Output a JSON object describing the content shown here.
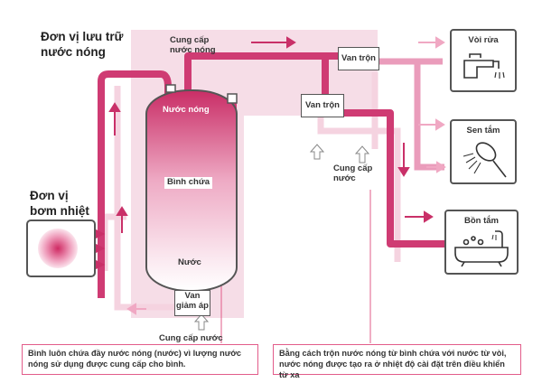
{
  "storage_unit_label": [
    "Đơn vị lưu trữ",
    "nước nóng"
  ],
  "heat_pump_label": [
    "Đơn vị",
    "bơm nhiệt"
  ],
  "tank": {
    "hot_water": "Nước nóng",
    "tank_label": "Bình chứa",
    "water": "Nước"
  },
  "hot_supply_label": [
    "Cung cấp",
    "nước nóng"
  ],
  "valves": {
    "mixing_valve_top": "Van trộn",
    "mixing_valve_mid": "Van trộn",
    "pressure_valve": [
      "Van",
      "giảm áp"
    ]
  },
  "water_supply_right": [
    "Cung cấp",
    "nước"
  ],
  "water_supply_bottom": "Cung cấp nước",
  "fixtures": {
    "faucet": "Vòi rửa",
    "shower": "Sen tắm",
    "bathtub": "Bồn tắm"
  },
  "notes": {
    "left": "Bình luôn chứa đầy nước nóng (nước) vì lượng nước nóng sử dụng được cung cấp cho bình.",
    "right": "Bằng cách trộn nước nóng từ bình chứa với nước từ vòi, nước nóng được tạo ra ở nhiệt độ cài đặt trên điều khiển từ xa"
  },
  "colors": {
    "hot_pipe": "#cf3b73",
    "warm_pipe": "#ea9cbb",
    "cold_pipe": "#f5d3e0",
    "storage_bg": "#f6dde7",
    "arrow": "#c93068"
  }
}
